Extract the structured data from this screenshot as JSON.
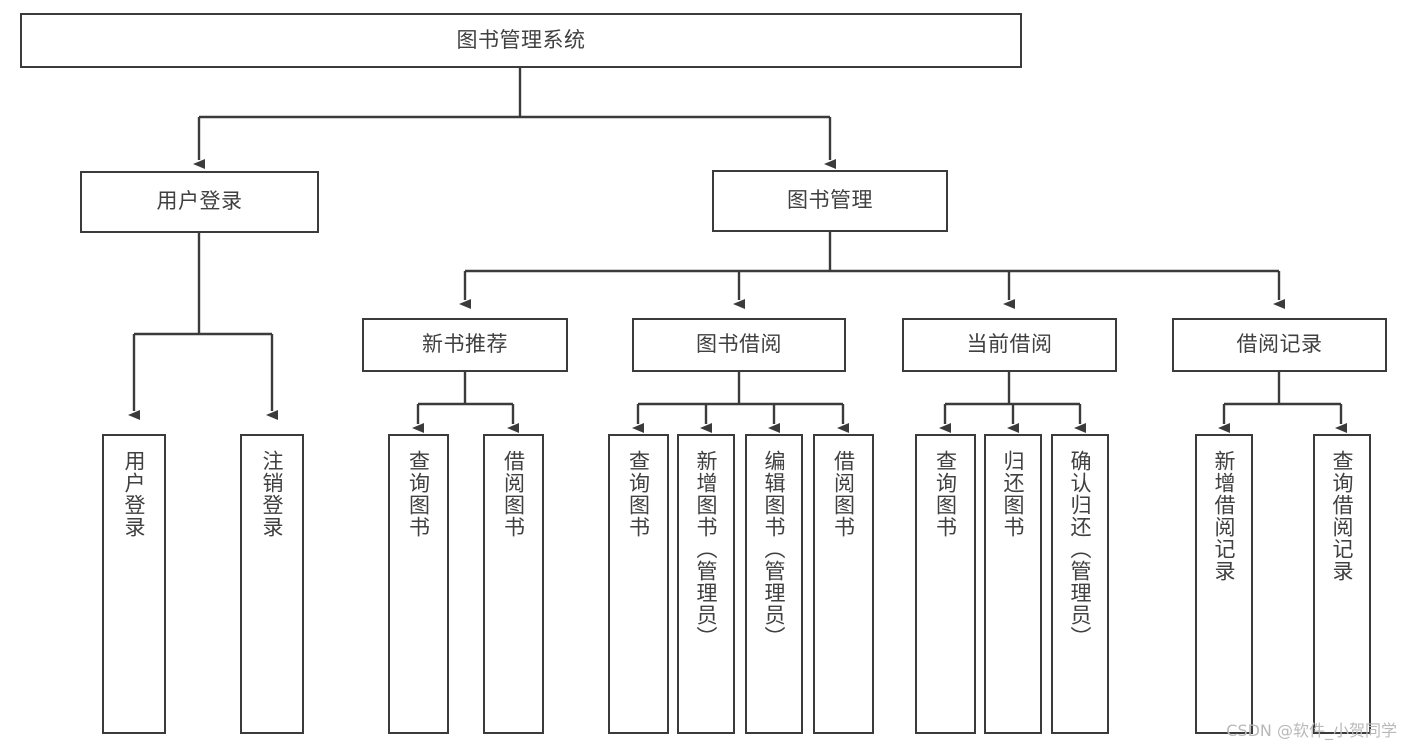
{
  "diagram": {
    "title": "图书管理系统",
    "watermark": "CSDN @软件_小贺同学",
    "style": {
      "stroke": "#3b3b3b",
      "text_color": "#404040",
      "background": "#ffffff",
      "watermark_color": "#b9b9b9"
    },
    "nodes": {
      "root": {
        "label": "图书管理系统"
      },
      "level2": [
        {
          "id": "user_login",
          "label": "用户登录"
        },
        {
          "id": "book_manage",
          "label": "图书管理"
        }
      ],
      "level3": [
        {
          "id": "new_book_rec",
          "label": "新书推荐"
        },
        {
          "id": "book_borrow",
          "label": "图书借阅"
        },
        {
          "id": "current_borrow",
          "label": "当前借阅"
        },
        {
          "id": "borrow_record",
          "label": "借阅记录"
        }
      ],
      "leaves": [
        {
          "id": "leaf_user_login",
          "parent": "user_login",
          "label": "用户登录"
        },
        {
          "id": "leaf_logout",
          "parent": "user_login",
          "label": "注销登录"
        },
        {
          "id": "leaf_query_book_1",
          "parent": "new_book_rec",
          "label": "查询图书"
        },
        {
          "id": "leaf_borrow_book_1",
          "parent": "new_book_rec",
          "label": "借阅图书"
        },
        {
          "id": "leaf_query_book_2",
          "parent": "book_borrow",
          "label": "查询图书"
        },
        {
          "id": "leaf_add_book",
          "parent": "book_borrow",
          "label": "新增图书（管理员）"
        },
        {
          "id": "leaf_edit_book",
          "parent": "book_borrow",
          "label": "编辑图书（管理员）"
        },
        {
          "id": "leaf_borrow_book_2",
          "parent": "book_borrow",
          "label": "借阅图书"
        },
        {
          "id": "leaf_query_book_3",
          "parent": "current_borrow",
          "label": "查询图书"
        },
        {
          "id": "leaf_return_book",
          "parent": "current_borrow",
          "label": "归还图书"
        },
        {
          "id": "leaf_confirm_return",
          "parent": "current_borrow",
          "label": "确认归还（管理员）"
        },
        {
          "id": "leaf_add_record",
          "parent": "borrow_record",
          "label": "新增借阅记录"
        },
        {
          "id": "leaf_query_record",
          "parent": "borrow_record",
          "label": "查询借阅记录"
        }
      ]
    }
  }
}
